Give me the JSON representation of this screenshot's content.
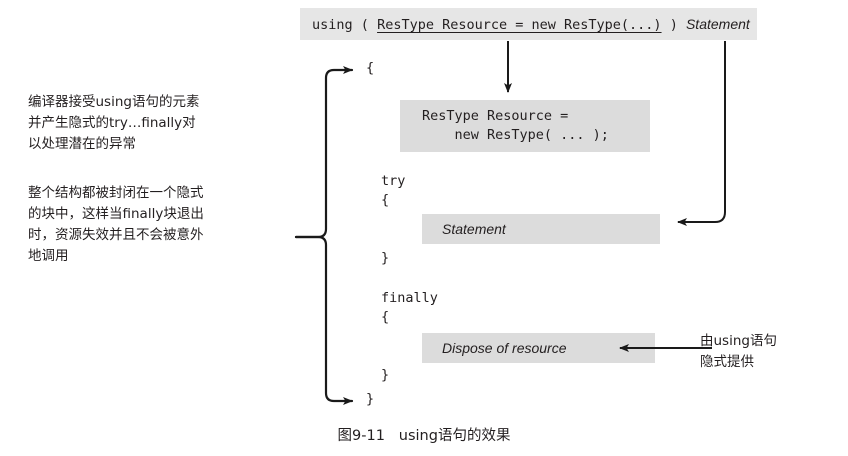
{
  "figure": {
    "caption_prefix": "图9-11",
    "caption_text": "using语句的效果"
  },
  "syntax_box": {
    "keyword": "using",
    "open_paren": "(",
    "resource_decl": "ResType Resource = new ResType(...)",
    "close_paren": ")",
    "statement": "Statement",
    "background": "#e6e6e6"
  },
  "code_block": {
    "outer_open_brace": "{",
    "outer_close_brace": "}",
    "try_keyword": "try",
    "try_open_brace": "{",
    "try_close_brace": "}",
    "finally_keyword": "finally",
    "finally_open_brace": "{",
    "finally_close_brace": "}"
  },
  "boxes": {
    "resource_alloc_line1": "ResType Resource =",
    "resource_alloc_line2": "    new ResType( ... );",
    "statement_label": "Statement",
    "dispose_label": "Dispose of resource",
    "background": "#dcdcdc"
  },
  "annotations": {
    "left_note_1": "编译器接受using语句的元素\n并产生隐式的try…finally对\n以处理潜在的异常",
    "left_note_2": "整个结构都被封闭在一个隐式\n的块中，这样当finally块退出\n时，资源失效并且不会被意外\n地调用",
    "right_note": "由using语句\n隐式提供"
  },
  "colors": {
    "text": "#231f20",
    "page_background": "#ffffff",
    "syntax_box_gray": "#e6e6e6",
    "inner_box_gray": "#dcdcdc",
    "connector": "#1a1a1a"
  }
}
